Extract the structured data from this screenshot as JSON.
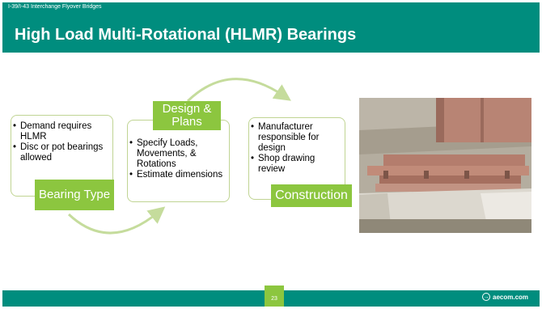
{
  "title": "High Load Multi-Rotational (HLMR) Bearings",
  "steps": [
    {
      "label": "Bearing Type",
      "bullets": [
        "Demand requires HLMR",
        "Disc or pot bearings allowed"
      ]
    },
    {
      "label": "Design & Plans",
      "bullets": [
        "Specify Loads, Movements, & Rotations",
        "Estimate dimensions"
      ]
    },
    {
      "label": "Construction",
      "bullets": [
        "Manufacturer responsible for design",
        "Shop drawing review"
      ]
    }
  ],
  "footer": {
    "project": "I-39/I-43 Interchange Flyover Bridges",
    "page": "23",
    "logo_text": "aecom.com",
    "logo_icon": "aecom-arrow-icon"
  },
  "colors": {
    "title_bar": "#008d7e",
    "accent_green": "#8cc63f",
    "box_border": "#c0d493"
  },
  "photo": {
    "icon": "bearing-photo"
  }
}
